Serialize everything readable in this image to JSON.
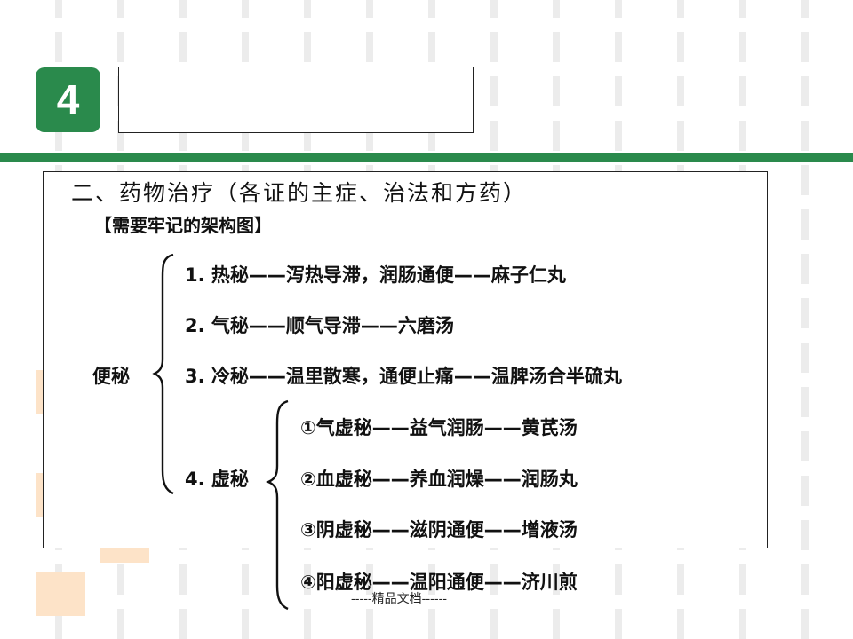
{
  "slide": {
    "number": "4",
    "heading": "二、药物治疗（各证的主症、治法和方药）",
    "footer": "-----精品文档------"
  },
  "diagram": {
    "subtitle": "【需要牢记的架构图】",
    "root": "便秘",
    "branches": [
      "1. 热秘——泻热导滞，润肠通便——麻子仁丸",
      "2. 气秘——顺气导滞——六磨汤",
      "3. 冷秘——温里散寒，通便止痛——温脾汤合半硫丸",
      "4. 虚秘"
    ],
    "sub_branches": [
      "①气虚秘——益气润肠——黄芪汤",
      "②血虚秘——养血润燥——润肠丸",
      "③阴虚秘——滋阴通便——增液汤",
      "④阳虚秘——温阳通便——济川煎"
    ]
  },
  "colors": {
    "accent_green": "#2a8a4c",
    "peach_block": "#fde3c8"
  }
}
